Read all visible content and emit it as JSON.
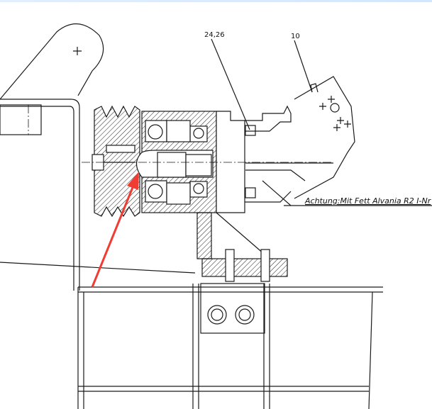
{
  "drawing": {
    "callouts": [
      {
        "label": "24,26"
      },
      {
        "label": "10"
      }
    ],
    "note": "Achtung:Mit Fett Alvania R2 I-Nr",
    "annotation_arrow_color": "#f03c32",
    "line_color": "#1a1a1a",
    "top_bar_color": "#dbe9fb"
  }
}
